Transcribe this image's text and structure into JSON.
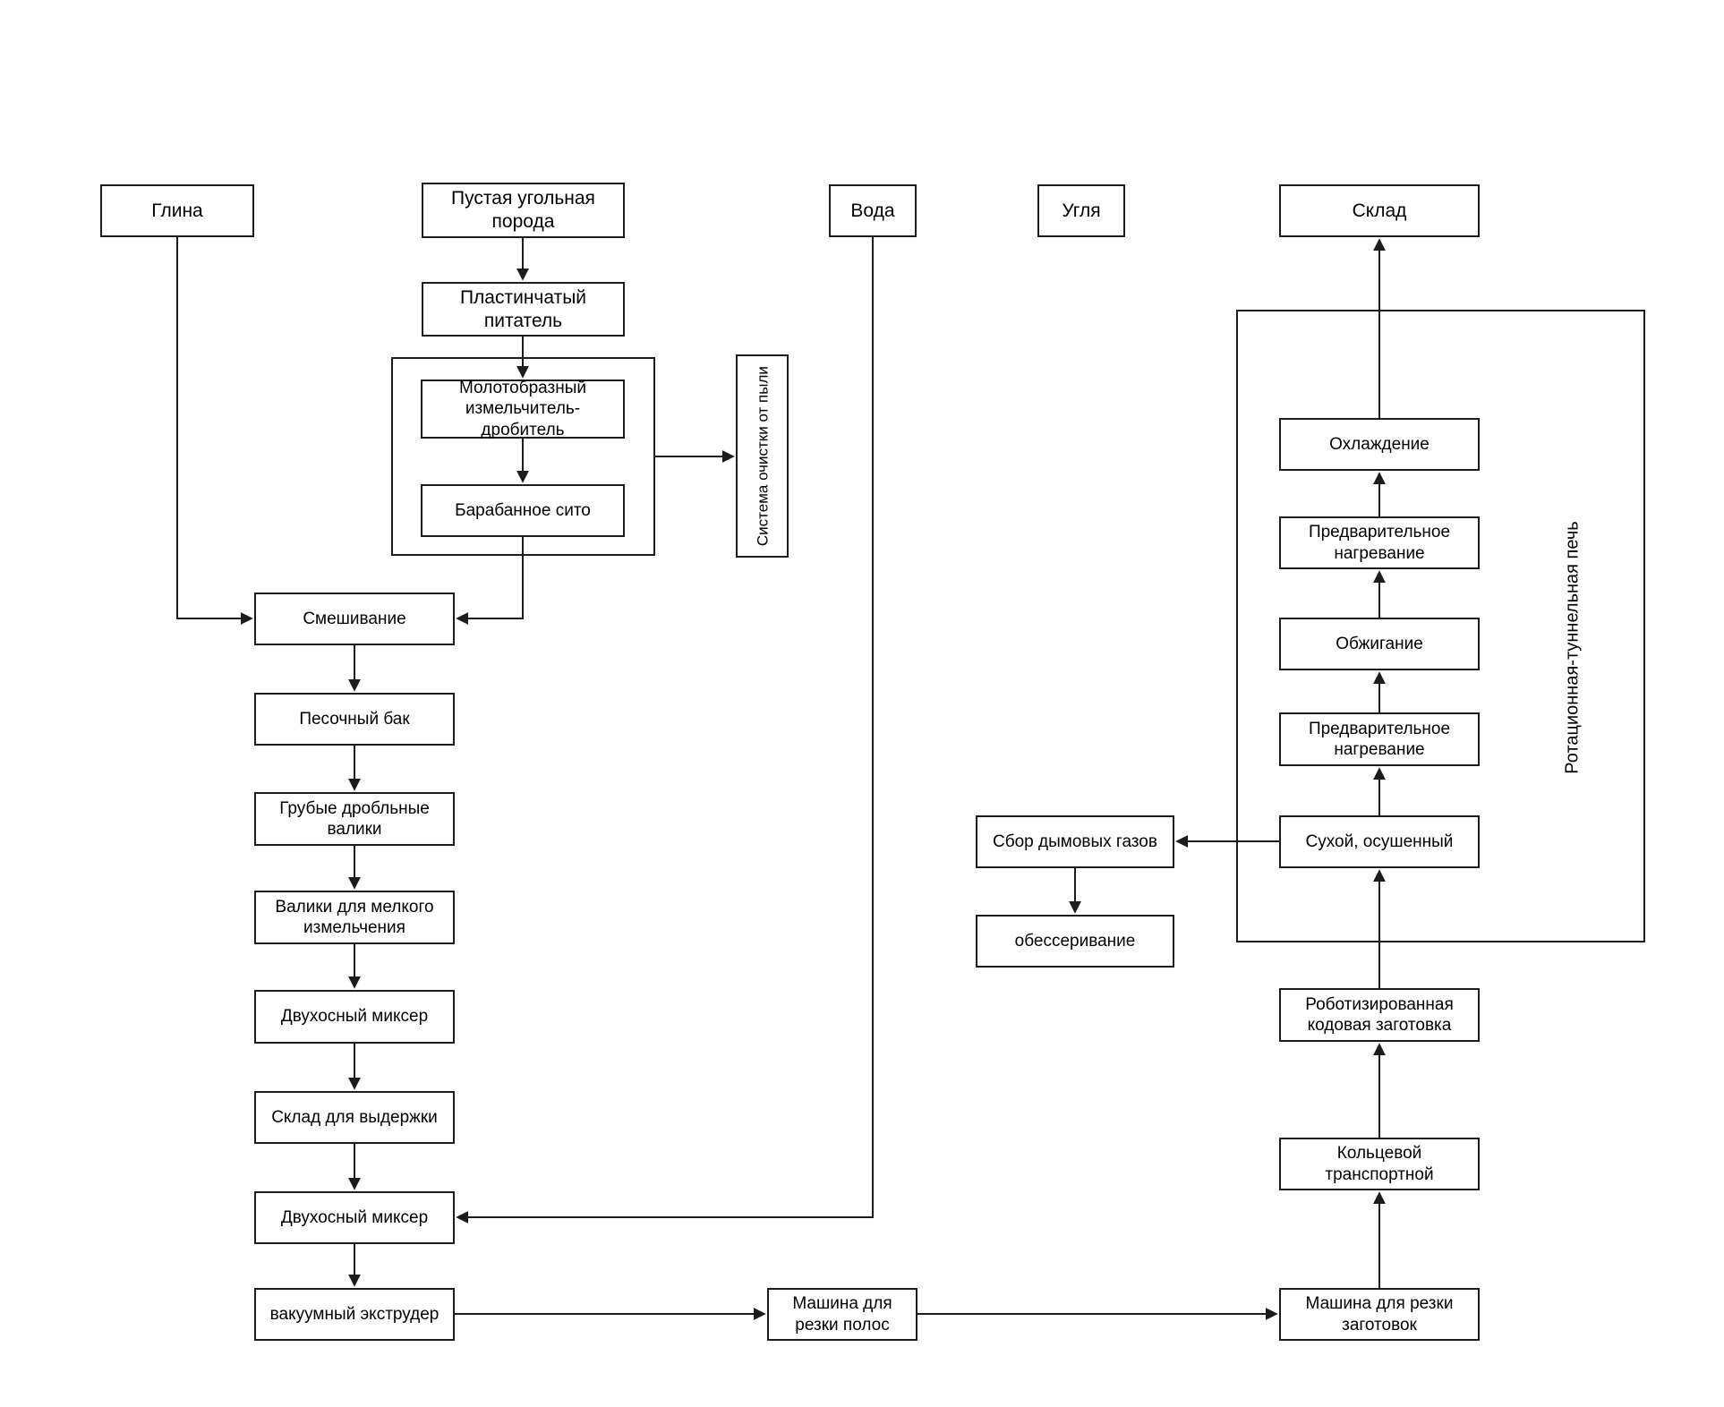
{
  "diagram": {
    "nodes": {
      "clay": {
        "label": "Глина"
      },
      "gangue": {
        "label": "Пустая угольная порода"
      },
      "water": {
        "label": "Вода"
      },
      "coal": {
        "label": "Угля"
      },
      "warehouse": {
        "label": "Склад"
      },
      "plate_feeder": {
        "label": "Пластинчатый питатель"
      },
      "hammer_crusher": {
        "label": "Молотобразный измельчитель-дробитель"
      },
      "drum_sieve": {
        "label": "Барабанное сито"
      },
      "dust_system": {
        "label": "Система очистки от пыли"
      },
      "mixing": {
        "label": "Смешивание"
      },
      "sand_tank": {
        "label": "Песочный бак"
      },
      "coarse_rollers": {
        "label": "Грубые дробльные валики"
      },
      "fine_rollers": {
        "label": "Валики для мелкого измельчения"
      },
      "twin_shaft_mixer_1": {
        "label": "Двухосный миксер"
      },
      "aging_warehouse": {
        "label": "Склад для выдержки"
      },
      "twin_shaft_mixer_2": {
        "label": "Двухосный миксер"
      },
      "vacuum_extruder": {
        "label": "вакуумный экструдер"
      },
      "strip_cutting": {
        "label": "Машина для резки полос"
      },
      "blank_cutting": {
        "label": "Машина для резки заготовок"
      },
      "ring_transport": {
        "label": "Кольцевой транспортной"
      },
      "robotic_stacking": {
        "label": "Роботизированная кодовая заготовка"
      },
      "kiln": {
        "label": "Ротационная-туннельная печь"
      },
      "drying": {
        "label": "Сухой, осушенный"
      },
      "preheat_lower": {
        "label": "Предварительное нагревание"
      },
      "firing": {
        "label": "Обжигание"
      },
      "preheat_upper": {
        "label": "Предварительное нагревание"
      },
      "cooling": {
        "label": "Охлаждение"
      },
      "flue_gas": {
        "label": "Сбор дымовых газов"
      },
      "desulfurization": {
        "label": "обессеривание"
      }
    },
    "edges": [
      {
        "from": "gangue",
        "to": "plate_feeder"
      },
      {
        "from": "plate_feeder",
        "to": "hammer_crusher"
      },
      {
        "from": "hammer_crusher",
        "to": "drum_sieve"
      },
      {
        "from": "crusher_group",
        "to": "dust_system"
      },
      {
        "from": "drum_sieve",
        "to": "mixing"
      },
      {
        "from": "clay",
        "to": "mixing"
      },
      {
        "from": "mixing",
        "to": "sand_tank"
      },
      {
        "from": "sand_tank",
        "to": "coarse_rollers"
      },
      {
        "from": "coarse_rollers",
        "to": "fine_rollers"
      },
      {
        "from": "fine_rollers",
        "to": "twin_shaft_mixer_1"
      },
      {
        "from": "twin_shaft_mixer_1",
        "to": "aging_warehouse"
      },
      {
        "from": "aging_warehouse",
        "to": "twin_shaft_mixer_2"
      },
      {
        "from": "water",
        "to": "twin_shaft_mixer_2"
      },
      {
        "from": "twin_shaft_mixer_2",
        "to": "vacuum_extruder"
      },
      {
        "from": "vacuum_extruder",
        "to": "strip_cutting"
      },
      {
        "from": "strip_cutting",
        "to": "blank_cutting"
      },
      {
        "from": "blank_cutting",
        "to": "ring_transport"
      },
      {
        "from": "ring_transport",
        "to": "robotic_stacking"
      },
      {
        "from": "robotic_stacking",
        "to": "drying"
      },
      {
        "from": "drying",
        "to": "preheat_lower"
      },
      {
        "from": "preheat_lower",
        "to": "firing"
      },
      {
        "from": "firing",
        "to": "preheat_upper"
      },
      {
        "from": "preheat_upper",
        "to": "cooling"
      },
      {
        "from": "cooling",
        "to": "warehouse"
      },
      {
        "from": "drying",
        "to": "flue_gas"
      },
      {
        "from": "flue_gas",
        "to": "desulfurization"
      }
    ]
  }
}
